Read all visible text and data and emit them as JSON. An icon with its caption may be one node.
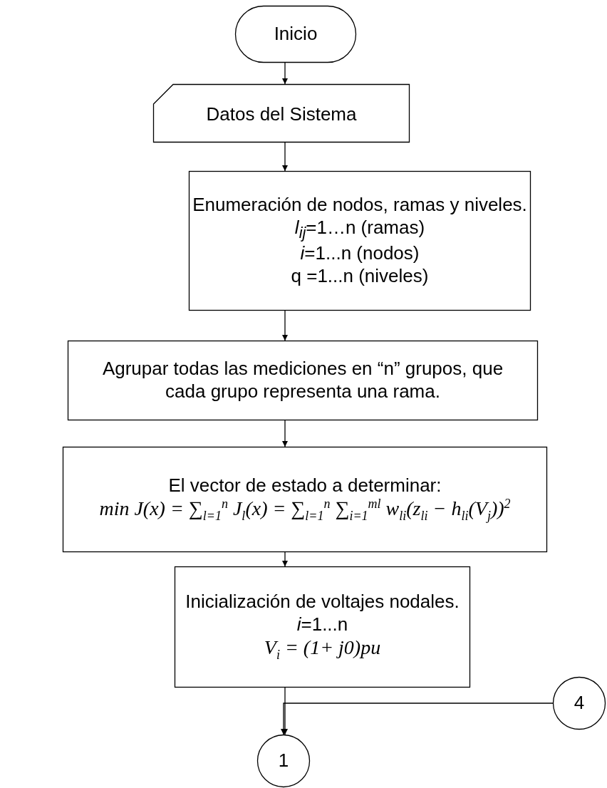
{
  "diagram": {
    "nodes": [
      {
        "text": [
          "Inicio"
        ]
      },
      {
        "text": [
          "Datos del Sistema"
        ]
      },
      {
        "text": [
          "Enumeración de nodos, ramas y niveles.",
          "*l*$_{ij}$=1…n (ramas)",
          "*i*=1...n (nodos)",
          "q =1...n (niveles)"
        ]
      },
      {
        "text": [
          "Agrupar todas las mediciones en “n” grupos, que cada grupo representa una rama."
        ]
      },
      {
        "text": [
          "El vector de estado a determinar:",
          "min J(x) = ∑$_{l=1}$$^{n}$ J$_{l}$(x) = ∑$_{l=1}$$^{n}$ ∑$_{i=1}$$^{ml}$ w$_{li}$(z$_{li}$ − h$_{li}$(V$_{j}$))$^{2}$"
        ]
      },
      {
        "text": [
          "Inicialización de voltajes nodales.",
          "*i*=1...n",
          "V$_{i}$ = (1+ j0)pu"
        ]
      },
      {
        "text": [
          "1"
        ]
      },
      {
        "text": [
          "4"
        ]
      }
    ],
    "edges": [
      {
        "from": 0,
        "to": 1,
        "arrow": "to"
      },
      {
        "from": 1,
        "to": 2,
        "arrow": "to"
      },
      {
        "from": 2,
        "to": 3,
        "arrow": "to"
      },
      {
        "from": 3,
        "to": 4,
        "arrow": "to"
      },
      {
        "from": 4,
        "to": 5,
        "arrow": "to"
      },
      {
        "from": 5,
        "to": 6,
        "arrow": "to"
      },
      {
        "from": 7,
        "to": 6,
        "arrow": "to"
      }
    ]
  }
}
